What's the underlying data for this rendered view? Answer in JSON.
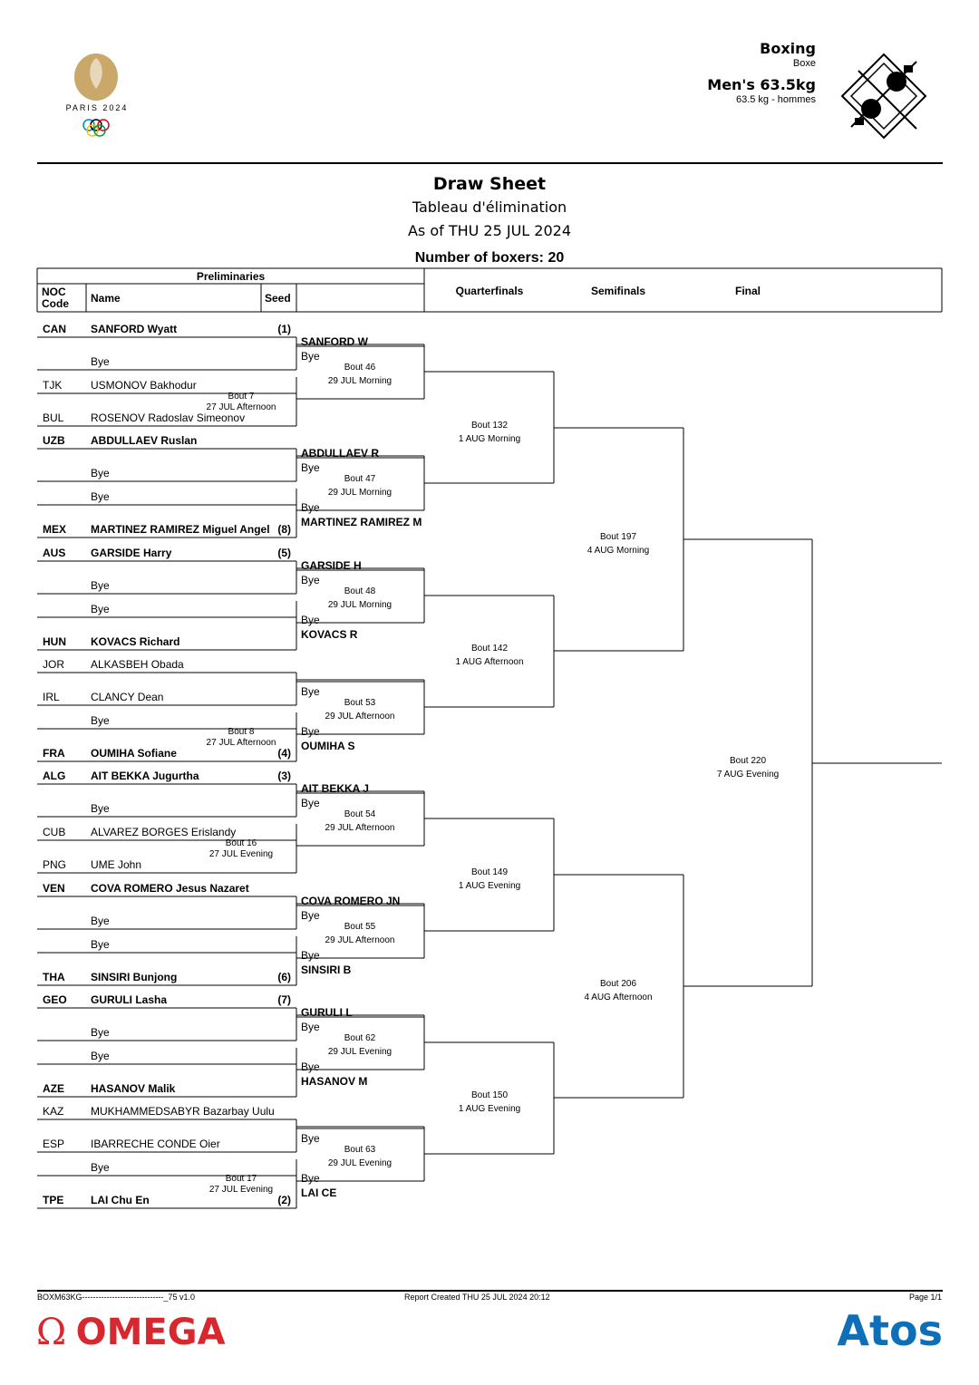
{
  "header": {
    "games_logo_text": "PARIS 2024",
    "sport": "Boxing",
    "sport_fr": "Boxe",
    "event": "Men's 63.5kg",
    "event_fr": "63.5 kg - hommes"
  },
  "titles": {
    "title": "Draw Sheet",
    "title_fr": "Tableau d'élimination",
    "as_of": "As of THU 25 JUL 2024",
    "boxers": "Number of boxers: 20"
  },
  "table_head": {
    "preliminaries": "Preliminaries",
    "noc_code": "NOC Code",
    "name": "Name",
    "seed": "Seed",
    "quarterfinals": "Quarterfinals",
    "semifinals": "Semifinals",
    "final": "Final"
  },
  "entries": [
    {
      "noc": "CAN",
      "name": "SANFORD Wyatt",
      "seed": "(1)",
      "bold": true
    },
    {
      "noc": "",
      "name": "Bye",
      "seed": "",
      "bold": false
    },
    {
      "noc": "TJK",
      "name": "USMONOV Bakhodur",
      "seed": "",
      "bold": false
    },
    {
      "noc": "BUL",
      "name": "ROSENOV Radoslav Simeonov",
      "seed": "",
      "bold": false
    },
    {
      "noc": "UZB",
      "name": "ABDULLAEV Ruslan",
      "seed": "",
      "bold": true
    },
    {
      "noc": "",
      "name": "Bye",
      "seed": "",
      "bold": false
    },
    {
      "noc": "",
      "name": "Bye",
      "seed": "",
      "bold": false
    },
    {
      "noc": "MEX",
      "name": "MARTINEZ RAMIREZ Miguel Angel",
      "seed": "(8)",
      "bold": true
    },
    {
      "noc": "AUS",
      "name": "GARSIDE Harry",
      "seed": "(5)",
      "bold": true
    },
    {
      "noc": "",
      "name": "Bye",
      "seed": "",
      "bold": false
    },
    {
      "noc": "",
      "name": "Bye",
      "seed": "",
      "bold": false
    },
    {
      "noc": "HUN",
      "name": "KOVACS Richard",
      "seed": "",
      "bold": true
    },
    {
      "noc": "JOR",
      "name": "ALKASBEH Obada",
      "seed": "",
      "bold": false
    },
    {
      "noc": "IRL",
      "name": "CLANCY Dean",
      "seed": "",
      "bold": false
    },
    {
      "noc": "",
      "name": "Bye",
      "seed": "",
      "bold": false
    },
    {
      "noc": "FRA",
      "name": "OUMIHA Sofiane",
      "seed": "(4)",
      "bold": true
    },
    {
      "noc": "ALG",
      "name": "AIT BEKKA Jugurtha",
      "seed": "(3)",
      "bold": true
    },
    {
      "noc": "",
      "name": "Bye",
      "seed": "",
      "bold": false
    },
    {
      "noc": "CUB",
      "name": "ALVAREZ BORGES Erislandy",
      "seed": "",
      "bold": false
    },
    {
      "noc": "PNG",
      "name": "UME John",
      "seed": "",
      "bold": false
    },
    {
      "noc": "VEN",
      "name": "COVA ROMERO Jesus Nazaret",
      "seed": "",
      "bold": true
    },
    {
      "noc": "",
      "name": "Bye",
      "seed": "",
      "bold": false
    },
    {
      "noc": "",
      "name": "Bye",
      "seed": "",
      "bold": false
    },
    {
      "noc": "THA",
      "name": "SINSIRI Bunjong",
      "seed": "(6)",
      "bold": true
    },
    {
      "noc": "GEO",
      "name": "GURULI Lasha",
      "seed": "(7)",
      "bold": true
    },
    {
      "noc": "",
      "name": "Bye",
      "seed": "",
      "bold": false
    },
    {
      "noc": "",
      "name": "Bye",
      "seed": "",
      "bold": false
    },
    {
      "noc": "AZE",
      "name": "HASANOV Malik",
      "seed": "",
      "bold": true
    },
    {
      "noc": "KAZ",
      "name": "MUKHAMMEDSABYR Bazarbay Uulu",
      "seed": "",
      "bold": false
    },
    {
      "noc": "ESP",
      "name": "IBARRECHE CONDE Oier",
      "seed": "",
      "bold": false
    },
    {
      "noc": "",
      "name": "Bye",
      "seed": "",
      "bold": false
    },
    {
      "noc": "TPE",
      "name": "LAI Chu En",
      "seed": "(2)",
      "bold": true
    }
  ],
  "prelim_bouts": [
    {
      "bout": "Bout  7",
      "when": "27 JUL Afternoon"
    },
    {
      "bout": "Bout  8",
      "when": "27 JUL Afternoon"
    },
    {
      "bout": "Bout  16",
      "when": "27 JUL Evening"
    },
    {
      "bout": "Bout  17",
      "when": "27 JUL Evening"
    }
  ],
  "r16": [
    {
      "top": "SANFORD W",
      "bottom": "",
      "bout": "Bout  46",
      "when": "29 JUL Morning"
    },
    {
      "top": "ABDULLAEV R",
      "bottom": "MARTINEZ RAMIREZ M",
      "bout": "Bout  47",
      "when": "29 JUL Morning"
    },
    {
      "top": "GARSIDE H",
      "bottom": "KOVACS R",
      "bout": "Bout  48",
      "when": "29 JUL Morning"
    },
    {
      "top": "",
      "bottom": "OUMIHA S",
      "bout": "Bout  53",
      "when": "29 JUL Afternoon"
    },
    {
      "top": "AIT BEKKA J",
      "bottom": "",
      "bout": "Bout  54",
      "when": "29 JUL Afternoon"
    },
    {
      "top": "COVA ROMERO JN",
      "bottom": "SINSIRI B",
      "bout": "Bout  55",
      "when": "29 JUL Afternoon"
    },
    {
      "top": "GURULI L",
      "bottom": "HASANOV M",
      "bout": "Bout  62",
      "when": "29 JUL Evening"
    },
    {
      "top": "",
      "bottom": "LAI CE",
      "bout": "Bout  63",
      "when": "29 JUL Evening"
    }
  ],
  "bye_label": "Bye",
  "quarterfinals": [
    {
      "bout": "Bout  132",
      "when": "1 AUG Morning"
    },
    {
      "bout": "Bout  142",
      "when": "1 AUG Afternoon"
    },
    {
      "bout": "Bout  149",
      "when": "1 AUG Evening"
    },
    {
      "bout": "Bout  150",
      "when": "1 AUG Evening"
    }
  ],
  "semifinals": [
    {
      "bout": "Bout  197",
      "when": "4 AUG Morning"
    },
    {
      "bout": "Bout  206",
      "when": "4 AUG Afternoon"
    }
  ],
  "final": {
    "bout": "Bout  220",
    "when": "7 AUG Evening"
  },
  "footer": {
    "code": "BOXM63KG------------------------------_75 v1.0",
    "created": "Report Created  THU 25 JUL 2024 20:12",
    "page": "Page 1/1",
    "omega": "OMEGA",
    "atos": "Atos"
  },
  "colors": {
    "omega_red": "#d7282f",
    "atos_blue": "#0d6fb8",
    "logo_gold": "#c9a86a"
  }
}
